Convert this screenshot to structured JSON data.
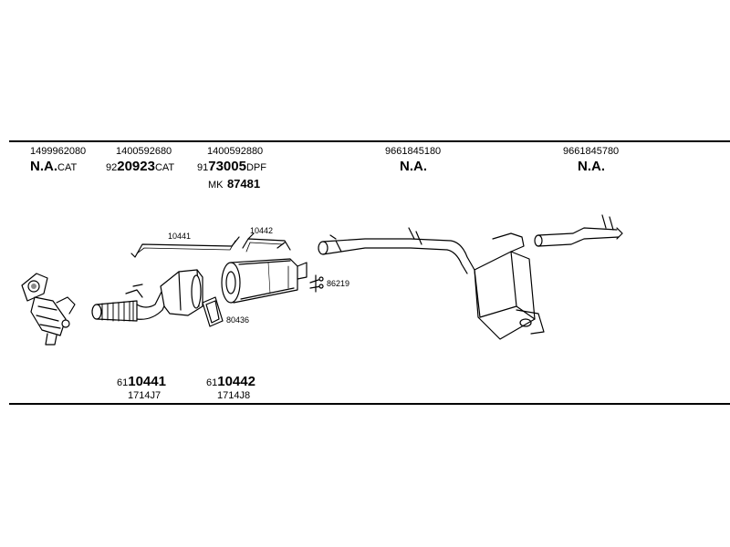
{
  "header_parts": [
    {
      "oem": "1499962080",
      "prefix": "",
      "num": "N.A.",
      "suffix": "CAT"
    },
    {
      "oem": "1400592680",
      "prefix": "92",
      "num": "20923",
      "suffix": "CAT"
    },
    {
      "oem": "1400592880",
      "prefix": "91",
      "num": "73005",
      "suffix": "DPF"
    },
    {
      "oem": "9661845180",
      "prefix": "",
      "num": "N.A.",
      "suffix": ""
    },
    {
      "oem": "9661845780",
      "prefix": "",
      "num": "N.A.",
      "suffix": ""
    }
  ],
  "mk": {
    "label": "MK",
    "num": "87481"
  },
  "diagram_tags": {
    "t1": "10441",
    "t2": "10442",
    "t3": "86219",
    "t4": "80436"
  },
  "footer_parts": [
    {
      "prefix": "61",
      "num": "10441",
      "sub": "1714J7"
    },
    {
      "prefix": "61",
      "num": "10442",
      "sub": "1714J8"
    }
  ]
}
